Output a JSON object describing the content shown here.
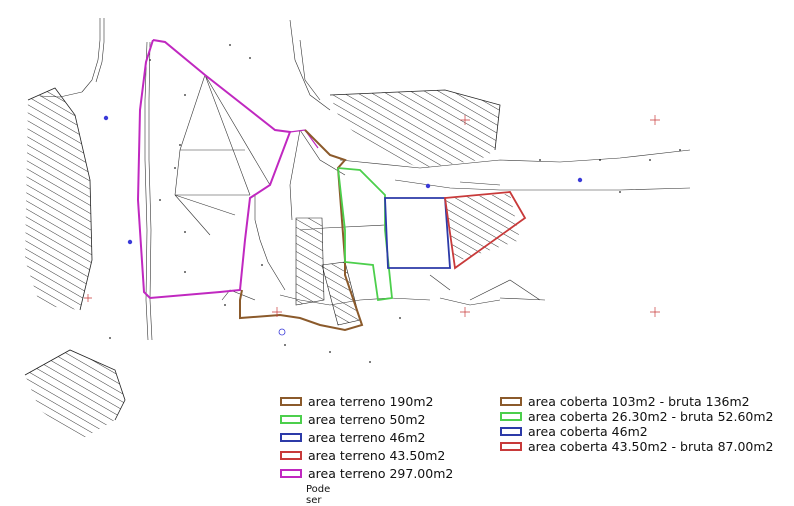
{
  "legend": {
    "left": [
      {
        "label": "area terreno 190m2",
        "color": "#8b5a2b"
      },
      {
        "label": "area terreno 50m2",
        "color": "#4ccf4c"
      },
      {
        "label": "area terreno 46m2",
        "color": "#2c3aa8"
      },
      {
        "label": "area terreno 43.50m2",
        "color": "#c83a3a"
      },
      {
        "label": "area terreno 297.00m2",
        "color": "#c028c0"
      }
    ],
    "right": [
      {
        "label": "area coberta 103m2 - bruta 136m2",
        "color": "#8b5a2b"
      },
      {
        "label": "area coberta 26.30m2 - bruta 52.60m2",
        "color": "#4ccf4c"
      },
      {
        "label": "area coberta 46m2",
        "color": "#2c3aa8"
      },
      {
        "label": "area coberta 43.50m2 - bruta 87.00m2",
        "color": "#c83a3a"
      }
    ],
    "note": "Pode ser vendido"
  }
}
